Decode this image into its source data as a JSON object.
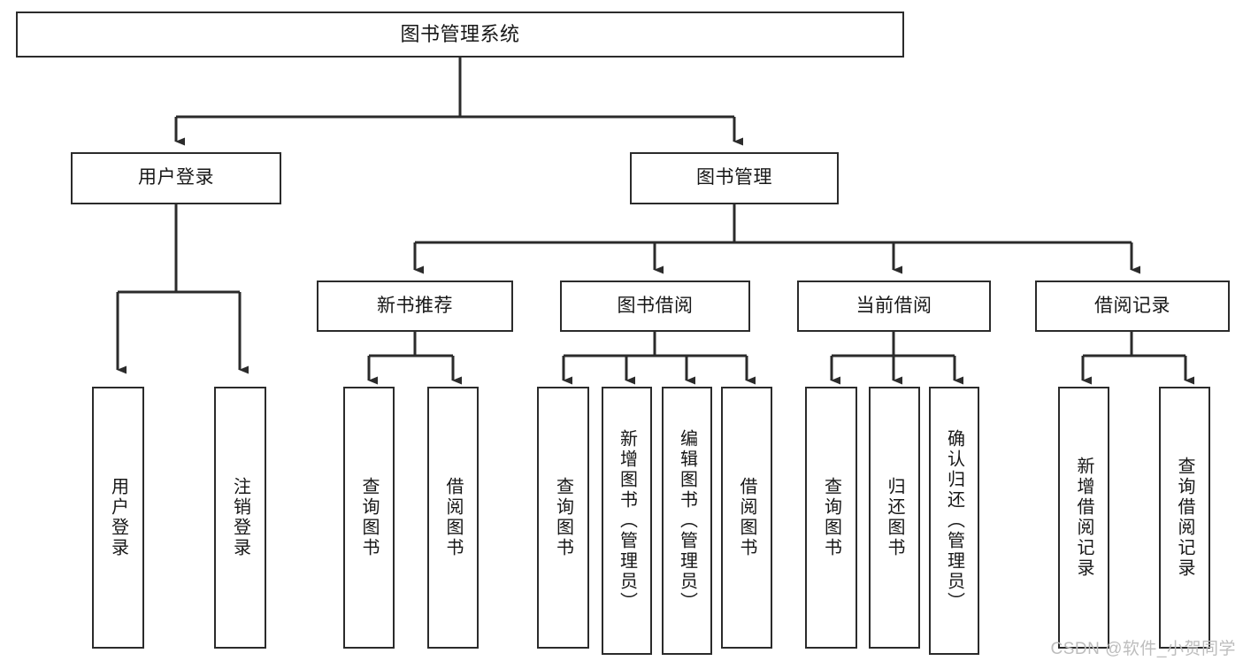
{
  "diagram": {
    "type": "tree-hierarchy",
    "title": "图书管理系统",
    "root": {
      "label": "图书管理系统"
    },
    "level1": [
      {
        "key": "user-login",
        "label": "用户登录"
      },
      {
        "key": "book-management",
        "label": "图书管理"
      }
    ],
    "level2": [
      {
        "key": "new-book-recommend",
        "label": "新书推荐",
        "parent": "book-management"
      },
      {
        "key": "book-borrow",
        "label": "图书借阅",
        "parent": "book-management"
      },
      {
        "key": "current-borrow",
        "label": "当前借阅",
        "parent": "book-management"
      },
      {
        "key": "borrow-record",
        "label": "借阅记录",
        "parent": "book-management"
      }
    ],
    "leaves": [
      {
        "key": "leaf-user-login",
        "label": "用户登录",
        "parent": "user-login"
      },
      {
        "key": "leaf-logout",
        "label": "注销登录",
        "parent": "user-login"
      },
      {
        "key": "leaf-query-book-1",
        "label": "查询图书",
        "parent": "new-book-recommend"
      },
      {
        "key": "leaf-borrow-book-1",
        "label": "借阅图书",
        "parent": "new-book-recommend"
      },
      {
        "key": "leaf-query-book-2",
        "label": "查询图书",
        "parent": "book-borrow"
      },
      {
        "key": "leaf-add-book",
        "label": "新增图书（管理员）",
        "parent": "book-borrow"
      },
      {
        "key": "leaf-edit-book",
        "label": "编辑图书（管理员）",
        "parent": "book-borrow"
      },
      {
        "key": "leaf-borrow-book-2",
        "label": "借阅图书",
        "parent": "book-borrow"
      },
      {
        "key": "leaf-query-book-3",
        "label": "查询图书",
        "parent": "current-borrow"
      },
      {
        "key": "leaf-return-book",
        "label": "归还图书",
        "parent": "current-borrow"
      },
      {
        "key": "leaf-confirm-return",
        "label": "确认归还（管理员）",
        "parent": "current-borrow"
      },
      {
        "key": "leaf-add-record",
        "label": "新增借阅记录",
        "parent": "borrow-record"
      },
      {
        "key": "leaf-query-record",
        "label": "查询借阅记录",
        "parent": "borrow-record"
      }
    ],
    "colors": {
      "stroke": "#2b2b2b",
      "fill": "#ffffff",
      "text": "#171717",
      "watermark": "#bdbdbd"
    }
  },
  "watermark": {
    "text": "CSDN @软件_小贺同学"
  }
}
